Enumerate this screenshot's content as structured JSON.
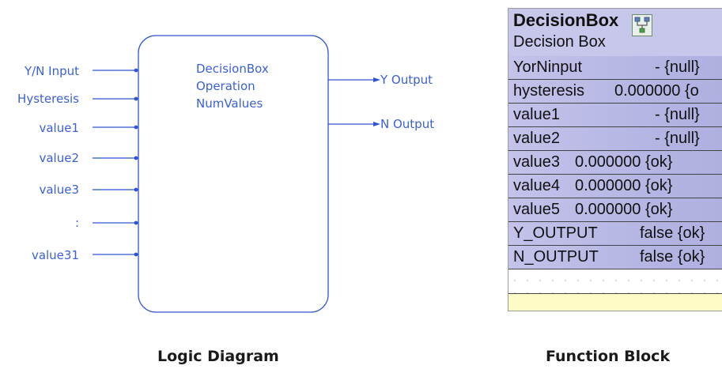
{
  "logic_diagram": {
    "inputs": [
      "Y/N Input",
      "Hysteresis",
      "value1",
      "value2",
      "value3",
      ":",
      "value31"
    ],
    "outputs": [
      "Y Output",
      "N Output"
    ],
    "block_lines": [
      "DecisionBox",
      "Operation",
      "NumValues"
    ],
    "caption": "Logic Diagram",
    "line_color": "#2f55d4"
  },
  "function_block": {
    "title": "DecisionBox",
    "subtitle": "Decision Box",
    "icon": "function-block-icon",
    "rows": [
      {
        "name": "YorNinput",
        "value": "- {null}"
      },
      {
        "name": "hysteresis",
        "value": "0.000000 {o"
      },
      {
        "name": "value1",
        "value": "- {null}"
      },
      {
        "name": "value2",
        "value": "- {null}"
      },
      {
        "name": "value3",
        "value": "0.000000 {ok}"
      },
      {
        "name": "value4",
        "value": "0.000000 {ok}"
      },
      {
        "name": "value5",
        "value": "0.000000 {ok}"
      },
      {
        "name": "Y_OUTPUT",
        "value": "false {ok}"
      },
      {
        "name": "N_OUTPUT",
        "value": "false {ok}"
      }
    ],
    "caption": "Function Block",
    "header_color": "#c7c7ec",
    "footer_color": "#fdfbc6"
  }
}
